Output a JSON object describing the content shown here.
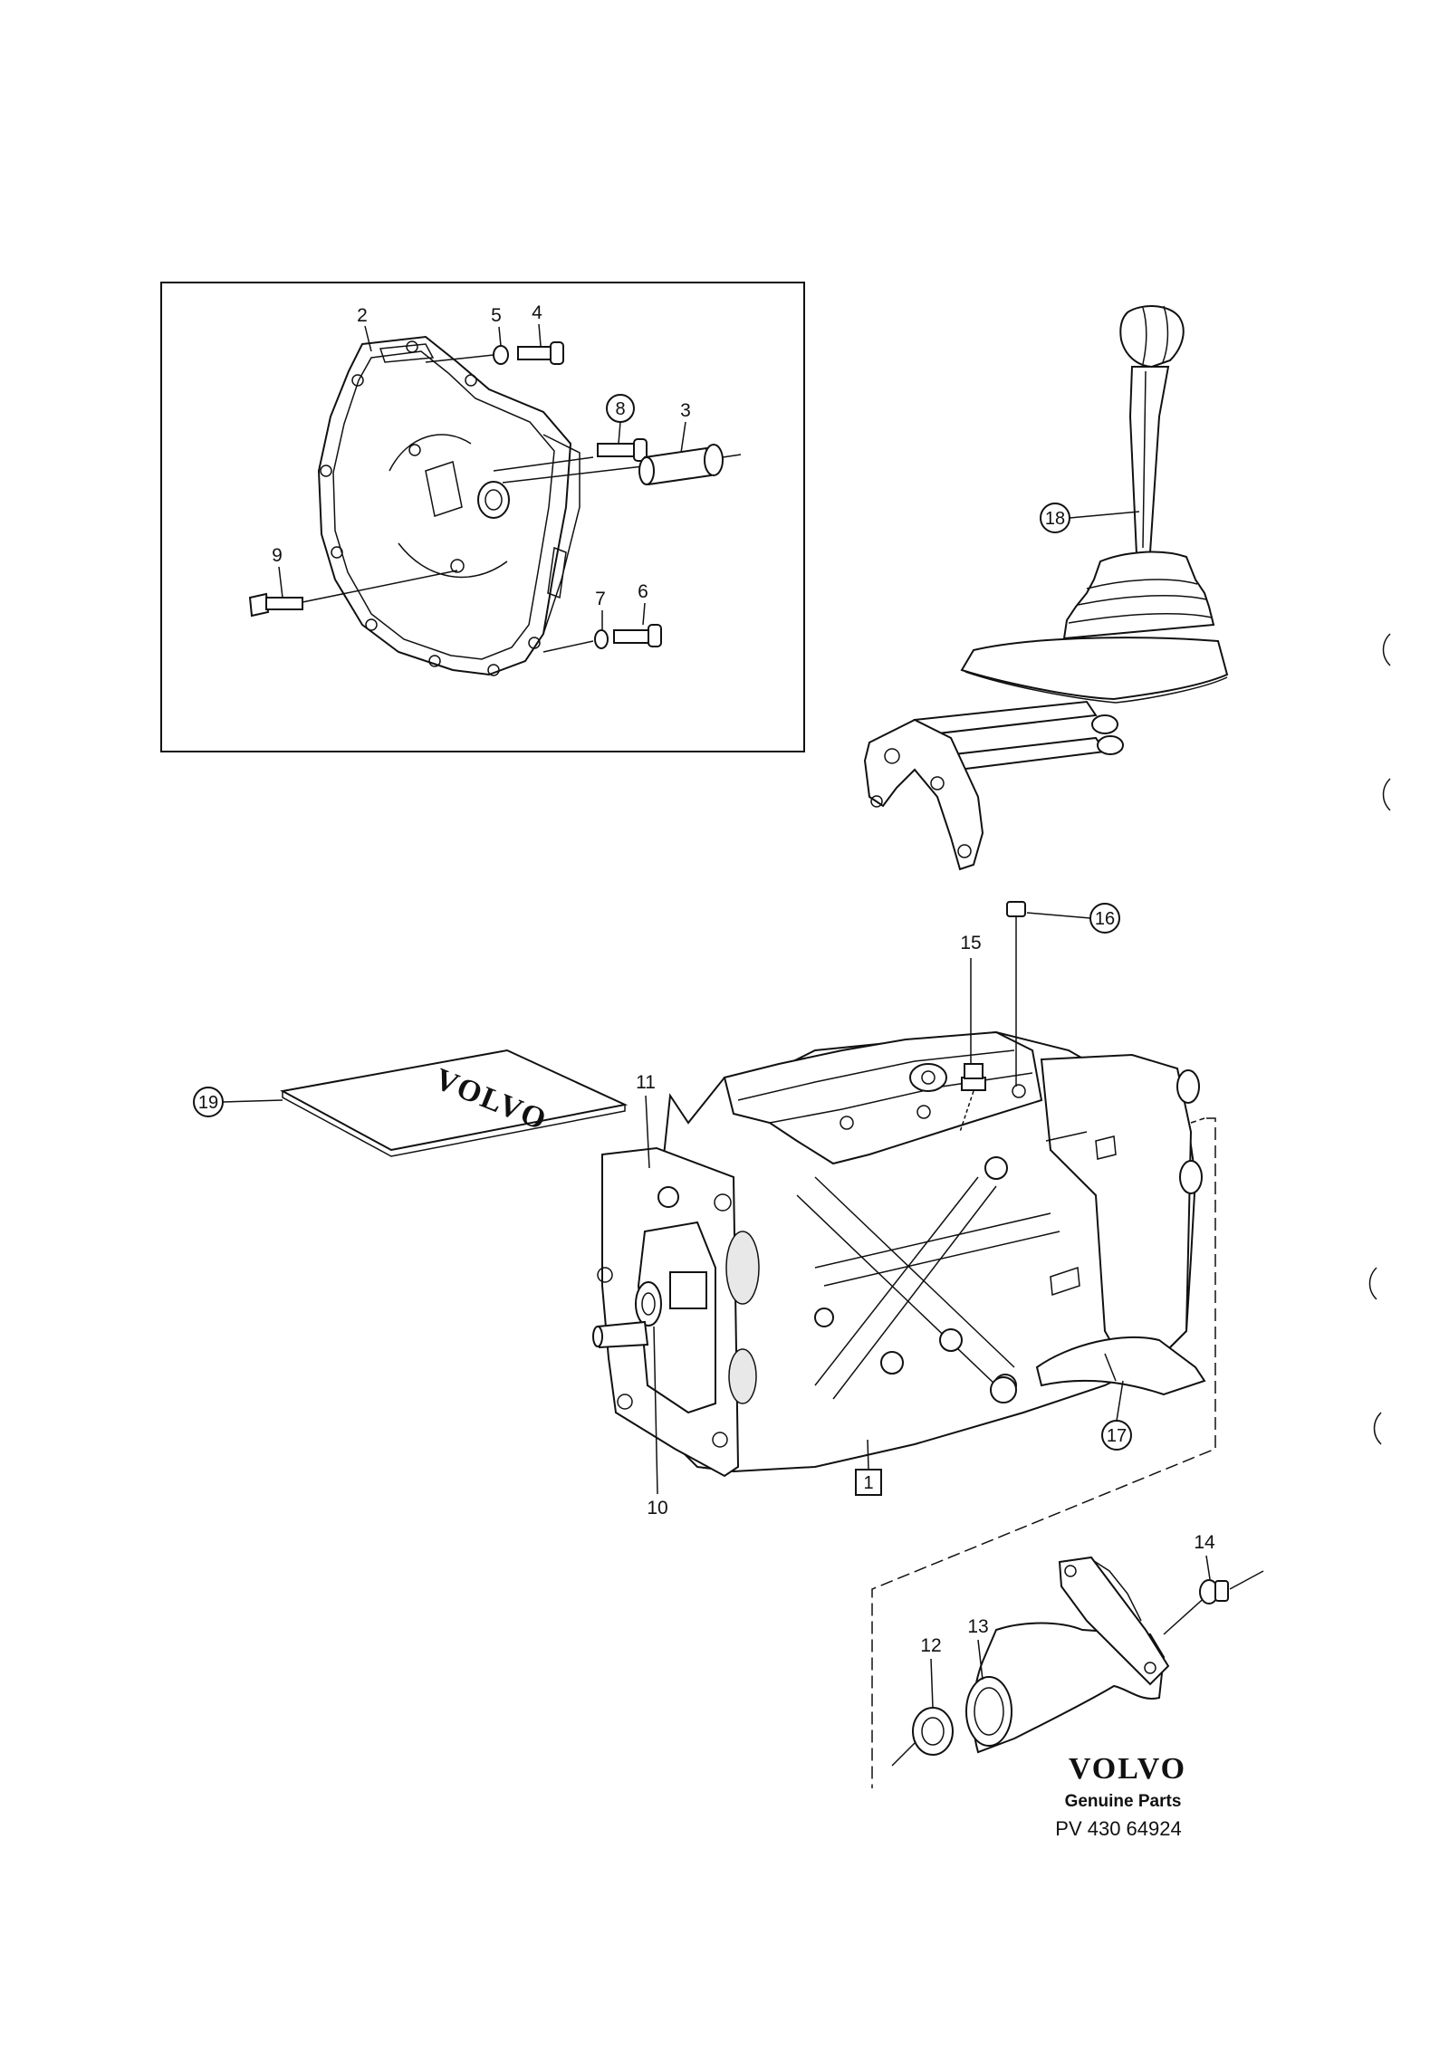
{
  "parts": {
    "p1": "1",
    "p2": "2",
    "p3": "3",
    "p4": "4",
    "p5": "5",
    "p6": "6",
    "p7": "7",
    "p8": "8",
    "p9": "9",
    "p10": "10",
    "p11": "11",
    "p12": "12",
    "p13": "13",
    "p14": "14",
    "p15": "15",
    "p16": "16",
    "p17": "17",
    "p18": "18",
    "p19": "19"
  },
  "manual_cover_text": "VOLVO",
  "brand": {
    "logo": "VOLVO",
    "subtitle": "Genuine Parts",
    "reference": "PV 430 64924"
  }
}
